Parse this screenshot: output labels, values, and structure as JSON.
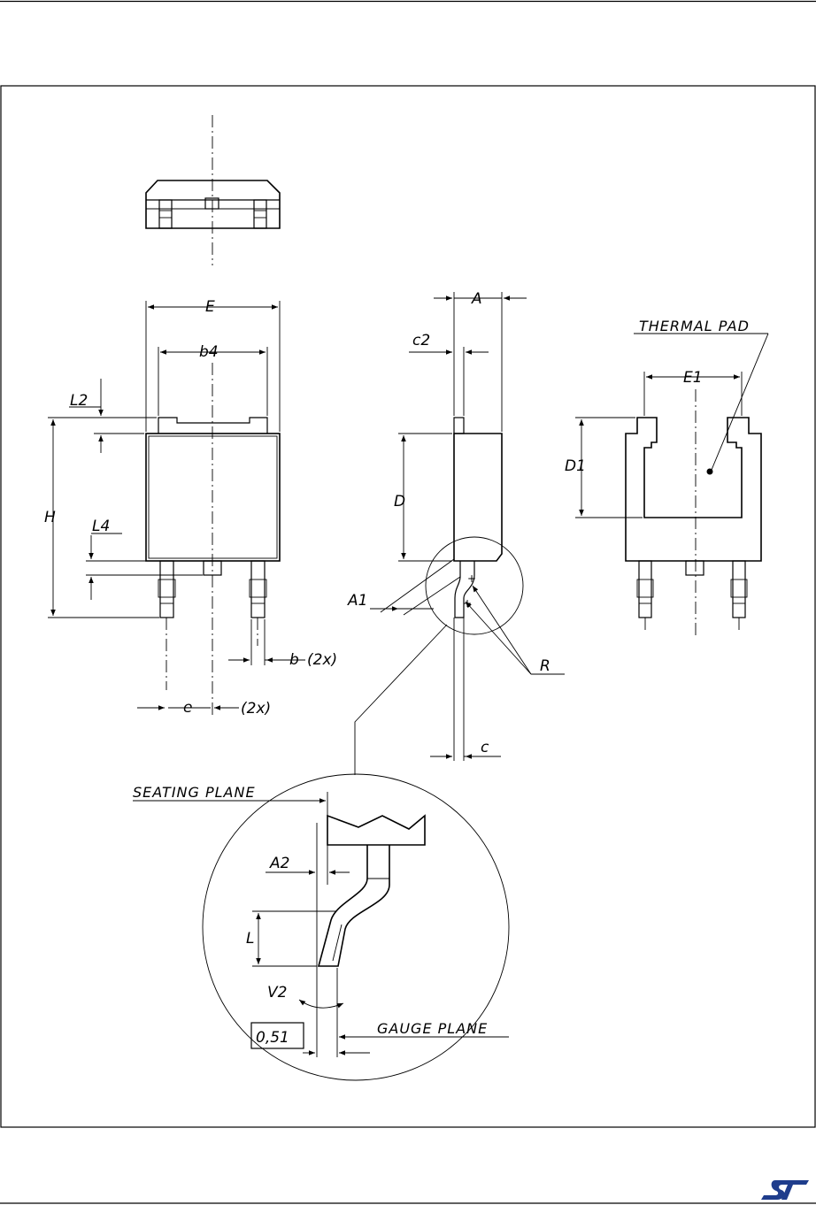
{
  "labels": {
    "E": "E",
    "b4": "b4",
    "L2": "L2",
    "H": "H",
    "L4": "L4",
    "b": "b",
    "b_count": "(2x)",
    "e": "e",
    "e_count": "(2x)",
    "A": "A",
    "c2": "c2",
    "D": "D",
    "A1": "A1",
    "R": "R",
    "c": "c",
    "thermal_pad": "THERMAL PAD",
    "E1": "E1",
    "D1": "D1",
    "seating_plane": "SEATING PLANE",
    "A2": "A2",
    "L": "L",
    "V2": "V2",
    "gauge_value": "0,51",
    "gauge_plane": "GAUGE PLANE"
  },
  "colors": {
    "line": "#000000",
    "logo": "#1f3d8c"
  },
  "icons": {
    "logo": "st-logo-icon"
  }
}
